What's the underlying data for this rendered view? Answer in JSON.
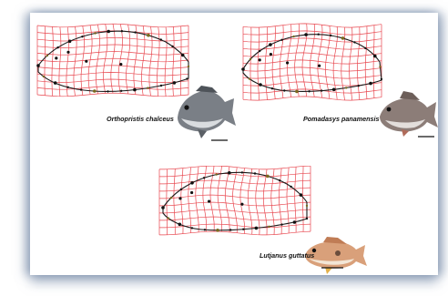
{
  "figure": {
    "panels": [
      {
        "species": "Orthopristis chalceus"
      },
      {
        "species": "Pomadasys panamensis"
      },
      {
        "species": "Lutjanus guttatus"
      }
    ]
  },
  "colors": {
    "grid": "#e8474f",
    "outline": "#1a1a1a",
    "landmark": "#111111",
    "background": "#ffffff"
  }
}
